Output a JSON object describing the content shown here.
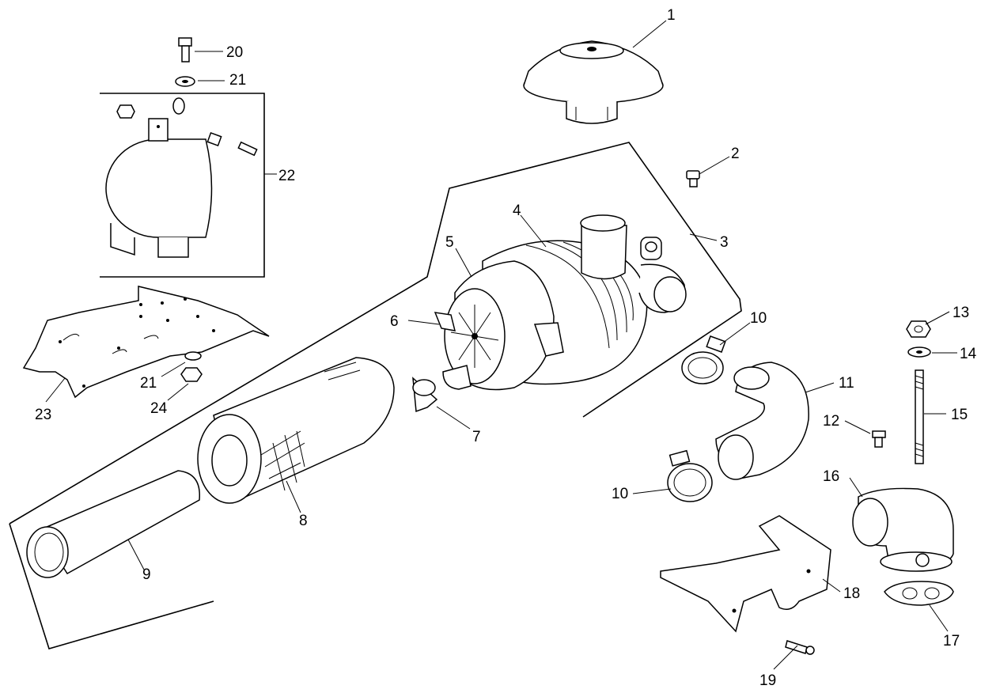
{
  "callouts": [
    "1",
    "2",
    "3",
    "4",
    "5",
    "6",
    "7",
    "8",
    "9",
    "10",
    "10",
    "11",
    "12",
    "13",
    "14",
    "15",
    "16",
    "17",
    "18",
    "19",
    "20",
    "21",
    "21",
    "22",
    "23",
    "24"
  ],
  "colors": {
    "line": "#000000",
    "background": "#ffffff"
  }
}
